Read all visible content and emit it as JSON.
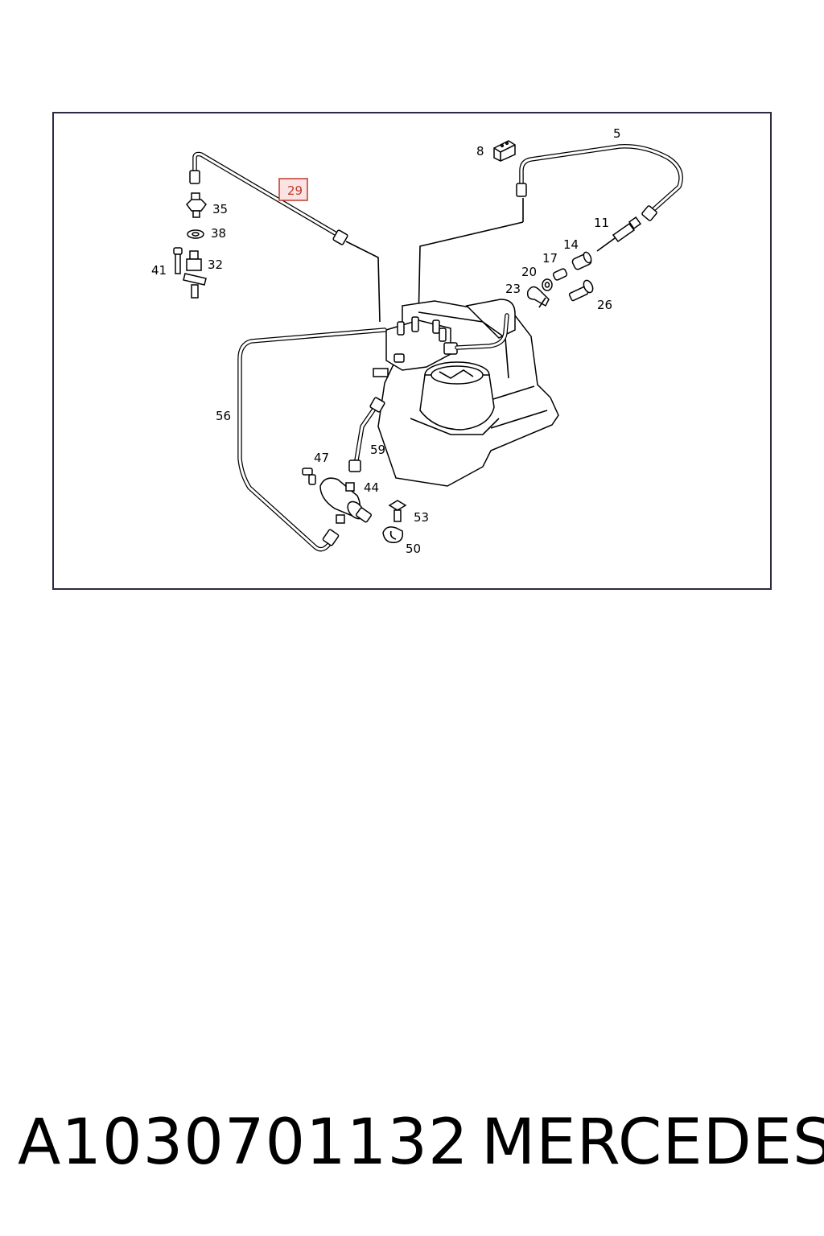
{
  "diagram": {
    "highlighted_callout": "29",
    "highlight_color": "#c0392b",
    "callouts": [
      "5",
      "8",
      "11",
      "14",
      "17",
      "20",
      "23",
      "26",
      "29",
      "32",
      "35",
      "38",
      "41",
      "44",
      "47",
      "50",
      "53",
      "56",
      "59"
    ]
  },
  "footer": {
    "part_number": "A1030701132",
    "brand": "MERCEDES"
  }
}
